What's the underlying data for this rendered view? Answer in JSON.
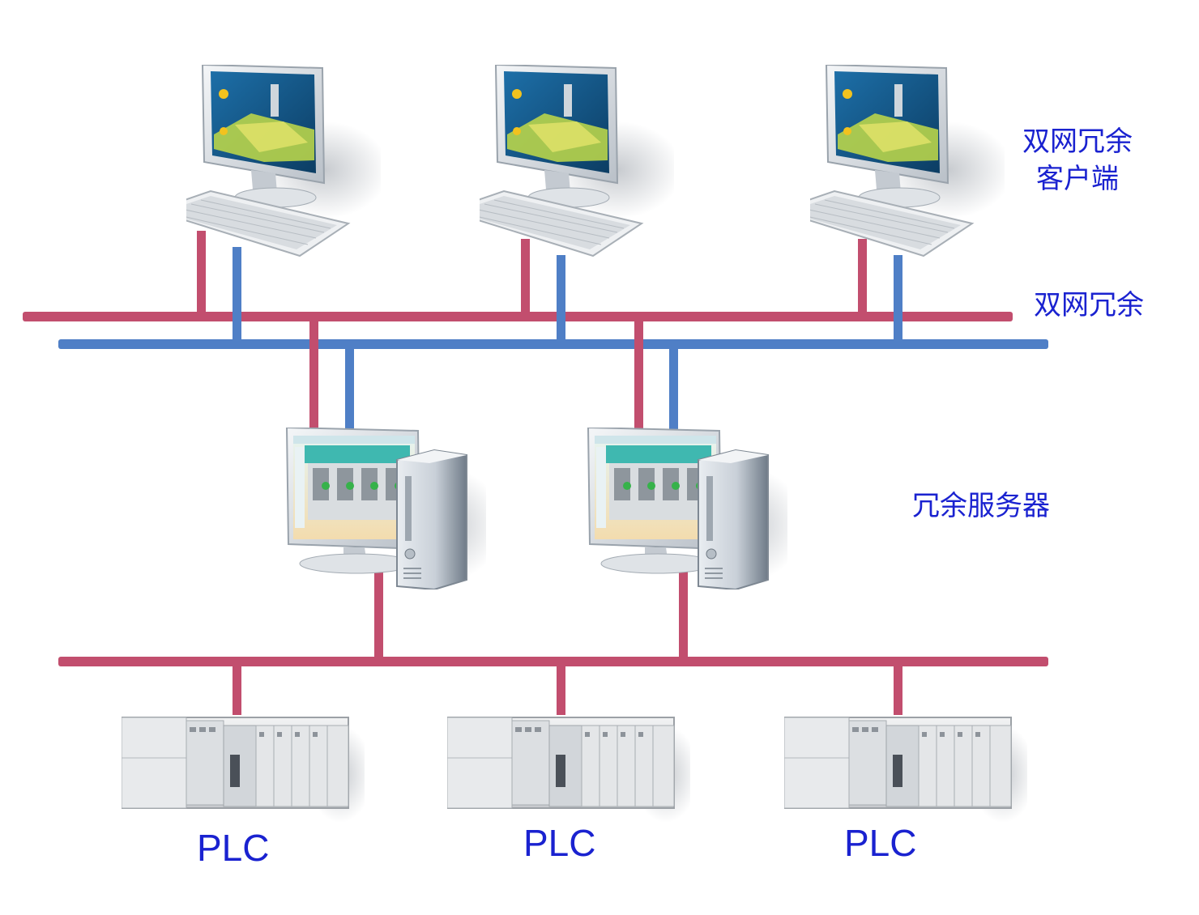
{
  "labels": {
    "clients": "双网冗余\n客户端",
    "clients_line1": "双网冗余",
    "clients_line2": "客户端",
    "dual_network": "双网冗余",
    "servers": "冗余服务器",
    "plc": [
      "PLC",
      "PLC",
      "PLC"
    ]
  },
  "colors": {
    "network_a": "#c24e6e",
    "network_b": "#4f7fc6",
    "label_text": "#1a22d0"
  },
  "icons": {
    "client": "desktop-monitor-keyboard-icon",
    "server": "server-workstation-icon",
    "plc": "plc-rack-icon"
  }
}
